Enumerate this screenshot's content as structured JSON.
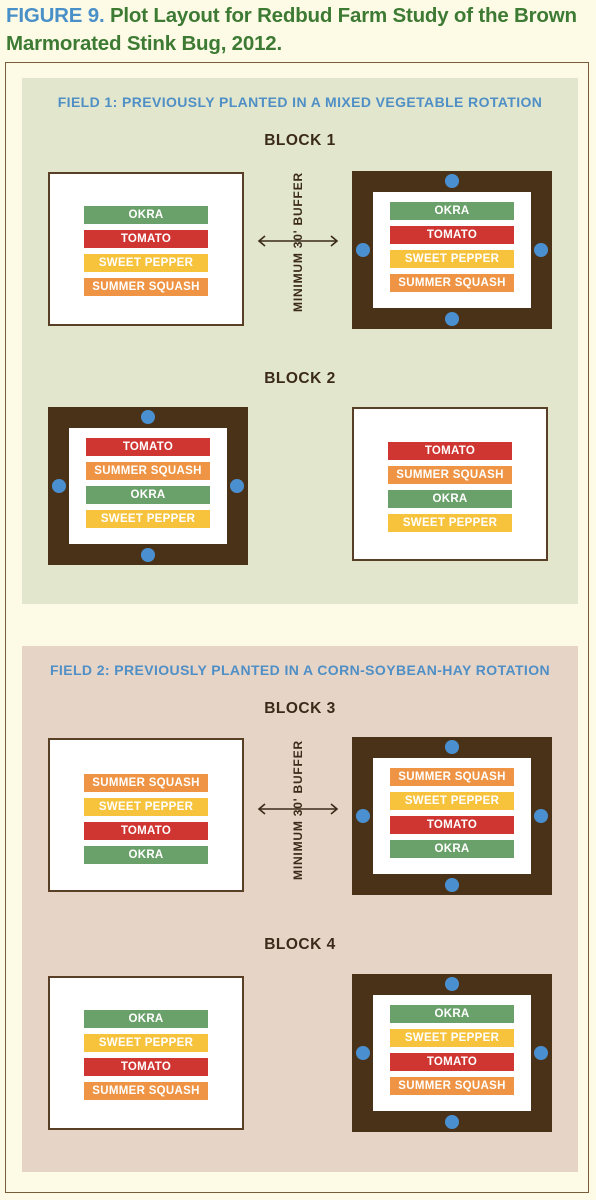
{
  "title": {
    "figure": "FIGURE 9.",
    "text": "Plot Layout for Redbud Farm Study of the Brown Marmorated Stink Bug, 2012."
  },
  "buffer_label": "MINIMUM 30' BUFFER",
  "colors": {
    "okra": "#6aa06a",
    "tomato": "#cf3531",
    "sweet_pepper": "#f7c33d",
    "summer_squash": "#ee9444",
    "trap_dot": "#4a90d0",
    "border_crop": "#4a3219",
    "field1_bg": "#e2e6cc",
    "field2_bg": "#e6d4c6"
  },
  "fields": [
    {
      "label": "FIELD 1: PREVIOUSLY PLANTED IN A MIXED VEGETABLE ROTATION",
      "blocks": [
        {
          "label": "BLOCK 1",
          "left_plot": [
            "OKRA",
            "TOMATO",
            "SWEET PEPPER",
            "SUMMER SQUASH"
          ],
          "right_plot": [
            "OKRA",
            "TOMATO",
            "SWEET PEPPER",
            "SUMMER SQUASH"
          ]
        },
        {
          "label": "BLOCK 2",
          "left_plot": [
            "TOMATO",
            "SUMMER SQUASH",
            "OKRA",
            "SWEET PEPPER"
          ],
          "right_plot": [
            "TOMATO",
            "SUMMER SQUASH",
            "OKRA",
            "SWEET PEPPER"
          ]
        }
      ]
    },
    {
      "label": "FIELD 2: PREVIOUSLY PLANTED IN A CORN-SOYBEAN-HAY ROTATION",
      "blocks": [
        {
          "label": "BLOCK 3",
          "left_plot": [
            "SUMMER SQUASH",
            "SWEET PEPPER",
            "TOMATO",
            "OKRA"
          ],
          "right_plot": [
            "SUMMER SQUASH",
            "SWEET PEPPER",
            "TOMATO",
            "OKRA"
          ]
        },
        {
          "label": "BLOCK 4",
          "left_plot": [
            "OKRA",
            "SWEET PEPPER",
            "TOMATO",
            "SUMMER SQUASH"
          ],
          "right_plot": [
            "OKRA",
            "SWEET PEPPER",
            "TOMATO",
            "SUMMER SQUASH"
          ]
        }
      ]
    }
  ]
}
